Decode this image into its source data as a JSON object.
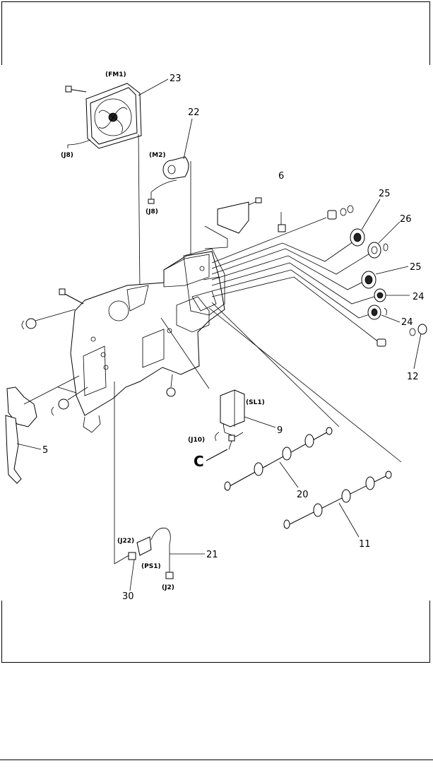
{
  "callouts": {
    "n23": "23",
    "n22": "22",
    "n6": "6",
    "n25a": "25",
    "n26": "26",
    "n25b": "25",
    "n24a": "24",
    "n24b": "24",
    "n12": "12",
    "n5": "5",
    "n9": "9",
    "n20": "20",
    "n11": "11",
    "n21": "21",
    "n30": "30"
  },
  "codes": {
    "fm1": "(FM1)",
    "m2": "(M2)",
    "j8a": "(J8)",
    "j8b": "(J8)",
    "sl1": "(SL1)",
    "j10": "(J10)",
    "j22": "(J22)",
    "ps1": "(PS1)",
    "j2": "(J2)"
  },
  "marker": "C"
}
